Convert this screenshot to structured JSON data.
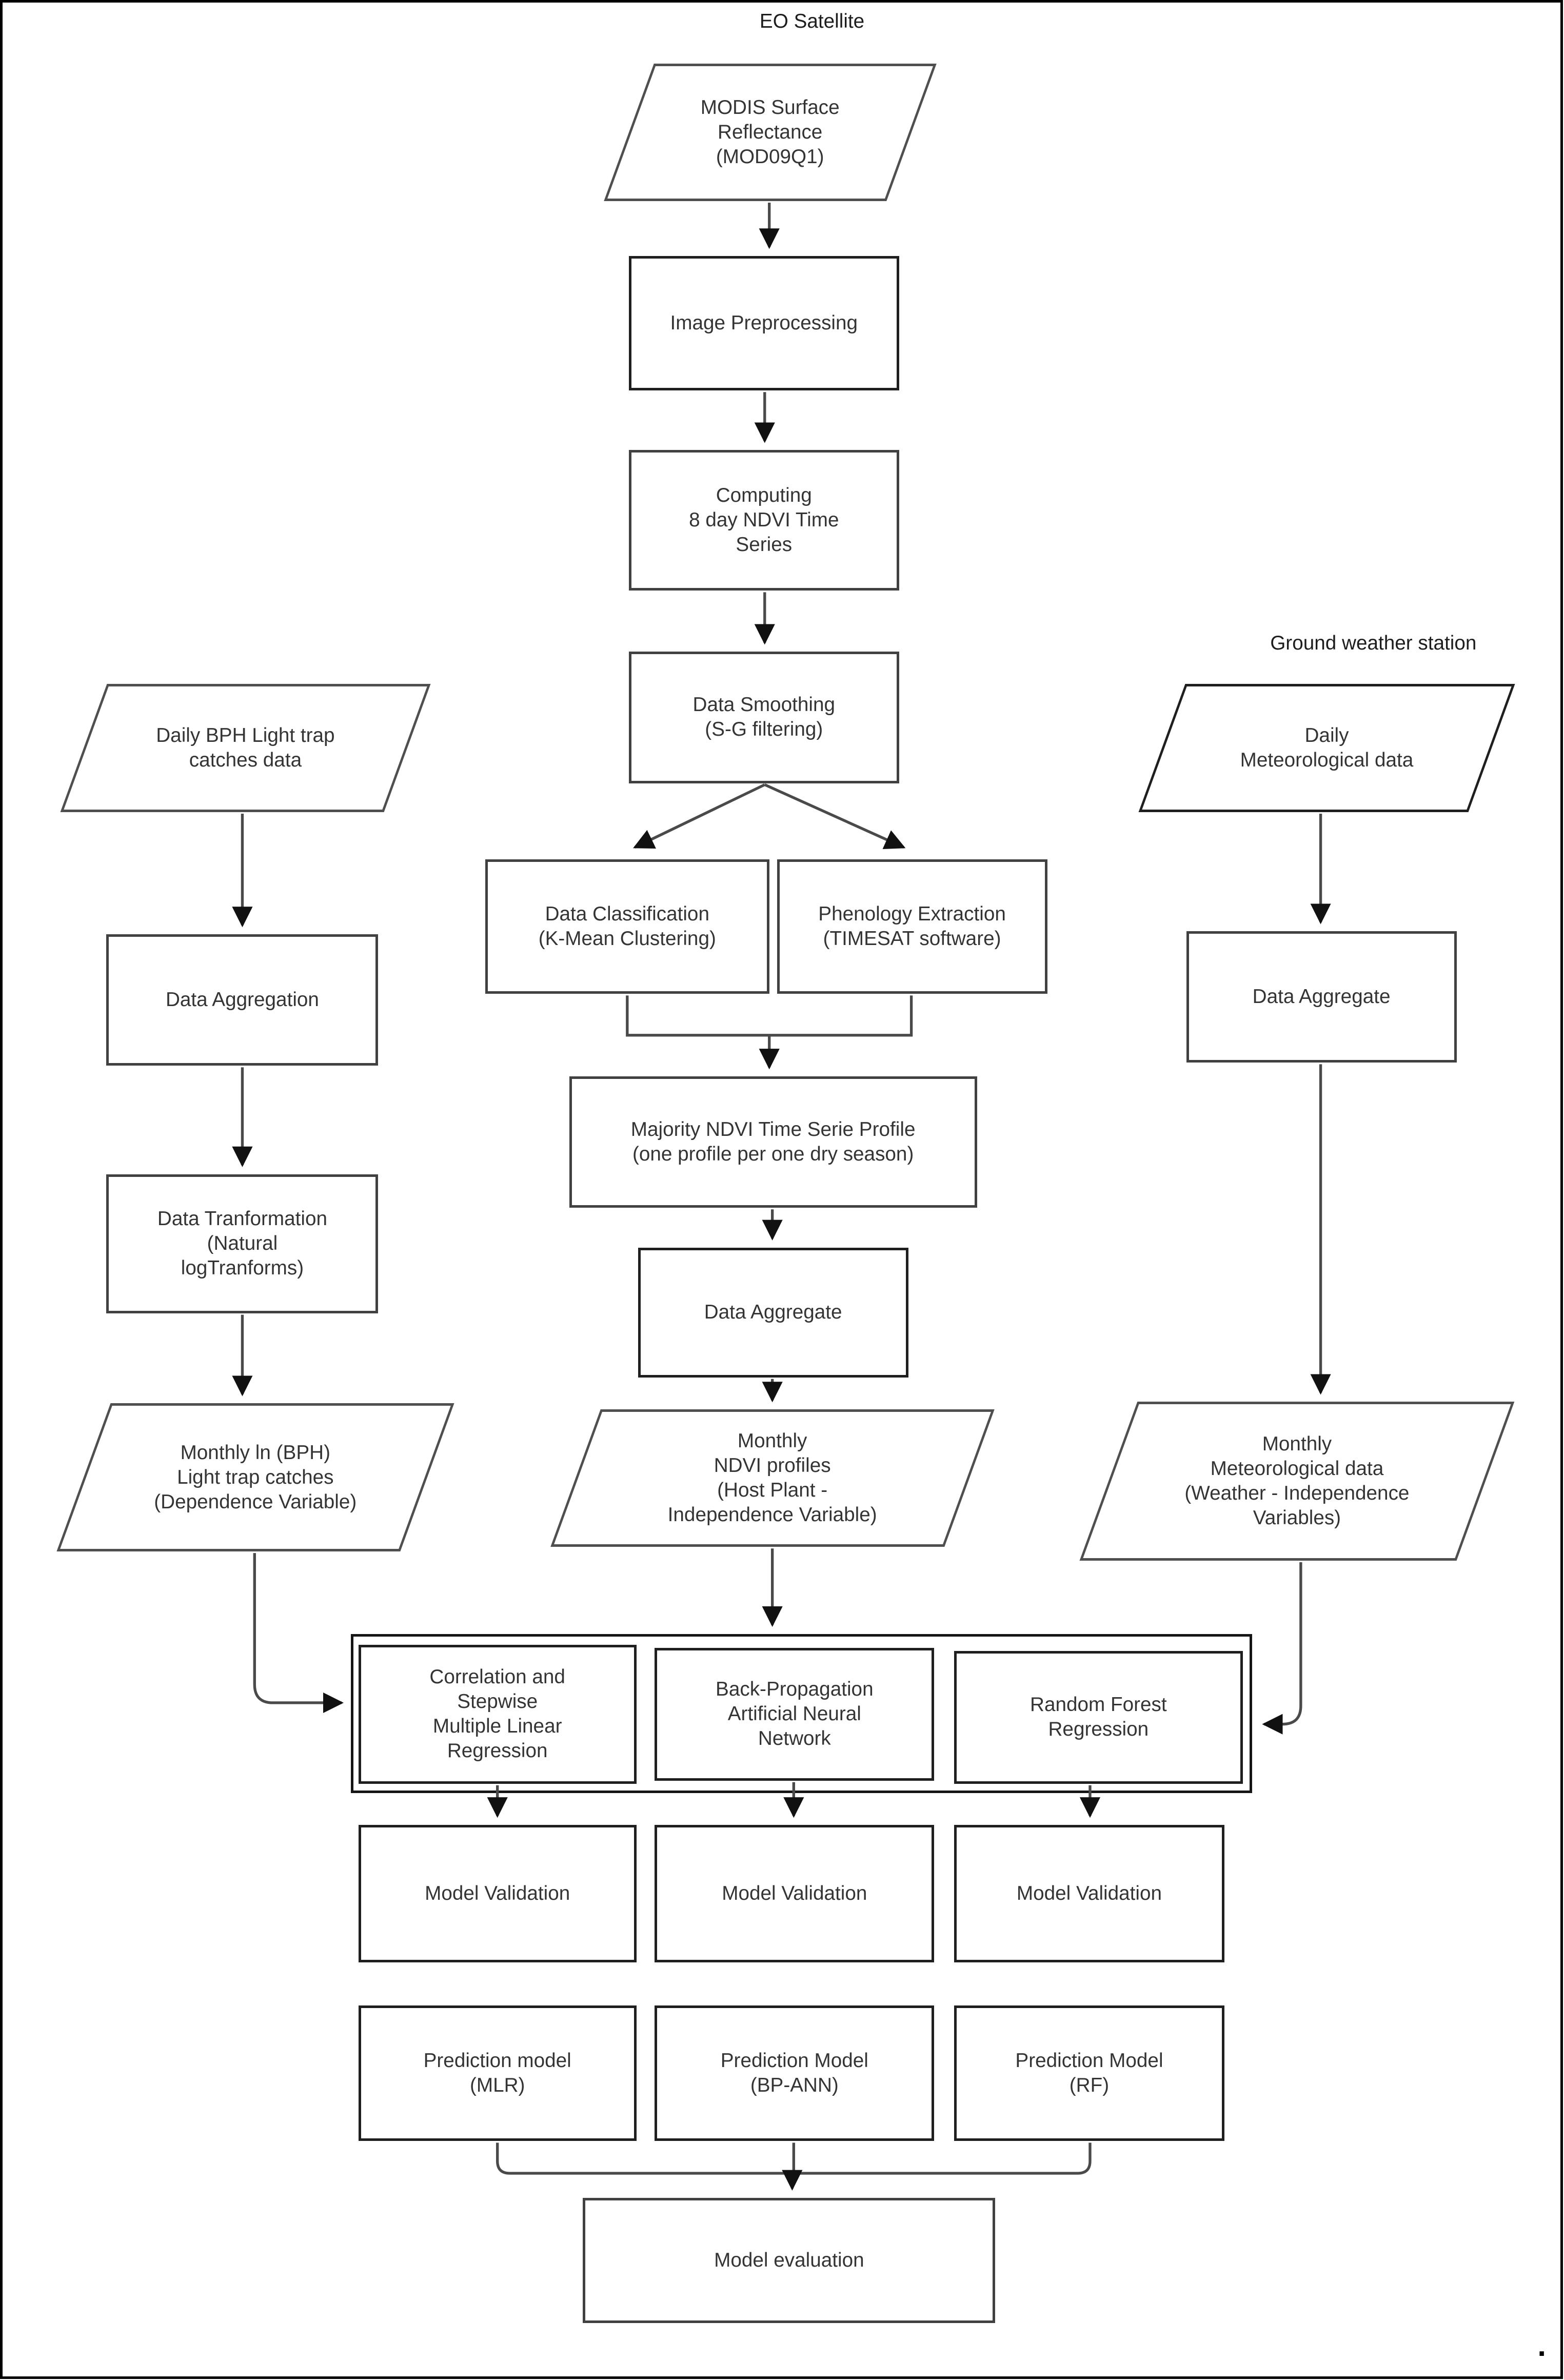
{
  "canvas": {
    "background": "#ffffff",
    "frame_color": "#000000",
    "line_color": "#4a4a4a",
    "arrowhead_color": "#111111",
    "text_color": "#343434"
  },
  "annotations": {
    "eo_satellite": "EO Satellite",
    "ground_weather_station": "Ground weather station",
    "trailing_period": "."
  },
  "nodes": {
    "modis": {
      "shape": "parallelogram",
      "label": "MODIS Surface\nReflectance\n(MOD09Q1)"
    },
    "image_preprocessing": {
      "shape": "rect",
      "label": "Image Preprocessing"
    },
    "computing_ndvi": {
      "shape": "rect",
      "label": "Computing\n8 day NDVI Time\nSeries"
    },
    "data_smoothing": {
      "shape": "rect",
      "label": "Data Smoothing\n(S-G filtering)"
    },
    "data_classification": {
      "shape": "rect",
      "label": "Data Classification\n(K-Mean Clustering)"
    },
    "phenology_extraction": {
      "shape": "rect",
      "label": "Phenology Extraction\n(TIMESAT software)"
    },
    "majority_ndvi_profile": {
      "shape": "rect",
      "label": "Majority NDVI Time Serie Profile\n(one profile per one dry season)"
    },
    "data_aggregate_mid": {
      "shape": "rect",
      "label": "Data Aggregate"
    },
    "monthly_ndvi_profiles": {
      "shape": "parallelogram",
      "label": "Monthly\nNDVI profiles\n(Host Plant -\nIndependence Variable)"
    },
    "daily_bph": {
      "shape": "parallelogram",
      "label": "Daily BPH Light trap\ncatches data"
    },
    "data_aggregation_left": {
      "shape": "rect",
      "label": "Data Aggregation"
    },
    "data_transformation": {
      "shape": "rect",
      "label": "Data Tranformation\n(Natural\nlogTranforms)"
    },
    "monthly_ln_bph": {
      "shape": "parallelogram",
      "label": "Monthly ln (BPH)\nLight trap catches\n(Dependence Variable)"
    },
    "daily_meteorological": {
      "shape": "parallelogram",
      "label": "Daily\nMeteorological data"
    },
    "data_aggregate_right": {
      "shape": "rect",
      "label": "Data Aggregate"
    },
    "monthly_meteorological": {
      "shape": "parallelogram",
      "label": "Monthly\nMeteorological data\n(Weather - Independence\nVariables)"
    },
    "mlr_method": {
      "shape": "rect",
      "label": "Correlation and\nStepwise\nMultiple Linear\nRegression"
    },
    "ann_method": {
      "shape": "rect",
      "label": "Back-Propagation\nArtificial Neural\nNetwork"
    },
    "rf_method": {
      "shape": "rect",
      "label": "Random Forest\nRegression"
    },
    "validation_mlr": {
      "shape": "rect",
      "label": "Model Validation"
    },
    "validation_ann": {
      "shape": "rect",
      "label": "Model Validation"
    },
    "validation_rf": {
      "shape": "rect",
      "label": "Model Validation"
    },
    "prediction_mlr": {
      "shape": "rect",
      "label": "Prediction model\n(MLR)"
    },
    "prediction_ann": {
      "shape": "rect",
      "label": "Prediction Model\n(BP-ANN)"
    },
    "prediction_rf": {
      "shape": "rect",
      "label": "Prediction Model\n(RF)"
    },
    "model_evaluation": {
      "shape": "rect",
      "label": "Model evaluation"
    }
  },
  "edges": [
    {
      "from": "modis",
      "to": "image_preprocessing"
    },
    {
      "from": "image_preprocessing",
      "to": "computing_ndvi"
    },
    {
      "from": "computing_ndvi",
      "to": "data_smoothing"
    },
    {
      "from": "data_smoothing",
      "to": "data_classification"
    },
    {
      "from": "data_smoothing",
      "to": "phenology_extraction"
    },
    {
      "from": "data_classification",
      "to": "majority_ndvi_profile"
    },
    {
      "from": "phenology_extraction",
      "to": "majority_ndvi_profile"
    },
    {
      "from": "majority_ndvi_profile",
      "to": "data_aggregate_mid"
    },
    {
      "from": "data_aggregate_mid",
      "to": "monthly_ndvi_profiles"
    },
    {
      "from": "monthly_ndvi_profiles",
      "to": "methods_container"
    },
    {
      "from": "daily_bph",
      "to": "data_aggregation_left"
    },
    {
      "from": "data_aggregation_left",
      "to": "data_transformation"
    },
    {
      "from": "data_transformation",
      "to": "monthly_ln_bph"
    },
    {
      "from": "monthly_ln_bph",
      "to": "methods_container"
    },
    {
      "from": "daily_meteorological",
      "to": "data_aggregate_right"
    },
    {
      "from": "data_aggregate_right",
      "to": "monthly_meteorological"
    },
    {
      "from": "monthly_meteorological",
      "to": "methods_container"
    },
    {
      "from": "mlr_method",
      "to": "validation_mlr"
    },
    {
      "from": "ann_method",
      "to": "validation_ann"
    },
    {
      "from": "rf_method",
      "to": "validation_rf"
    },
    {
      "from": "prediction_mlr",
      "to": "model_evaluation"
    },
    {
      "from": "prediction_ann",
      "to": "model_evaluation"
    },
    {
      "from": "prediction_rf",
      "to": "model_evaluation"
    }
  ]
}
